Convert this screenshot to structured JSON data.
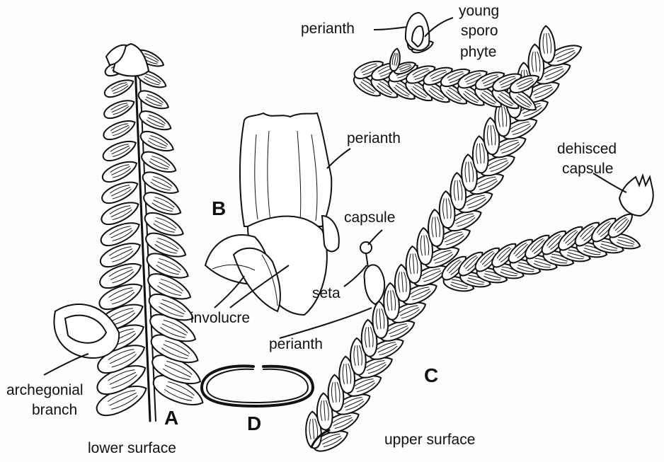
{
  "figure": {
    "label_A": "A",
    "label_B": "B",
    "label_C": "C",
    "label_D": "D"
  },
  "labels": {
    "perianth_top": "perianth",
    "young_sporophyte_1": "young",
    "young_sporophyte_2": "sporo",
    "young_sporophyte_3": "phyte",
    "perianth_B": "perianth",
    "dehisced_capsule_1": "dehisced",
    "dehisced_capsule_2": "capsule",
    "capsule": "capsule",
    "seta": "seta",
    "involucre": "involucre",
    "perianth_C": "perianth",
    "archegonial_1": "archegonial",
    "archegonial_2": "branch",
    "lower_surface": "lower surface",
    "upper_surface": "upper surface"
  }
}
